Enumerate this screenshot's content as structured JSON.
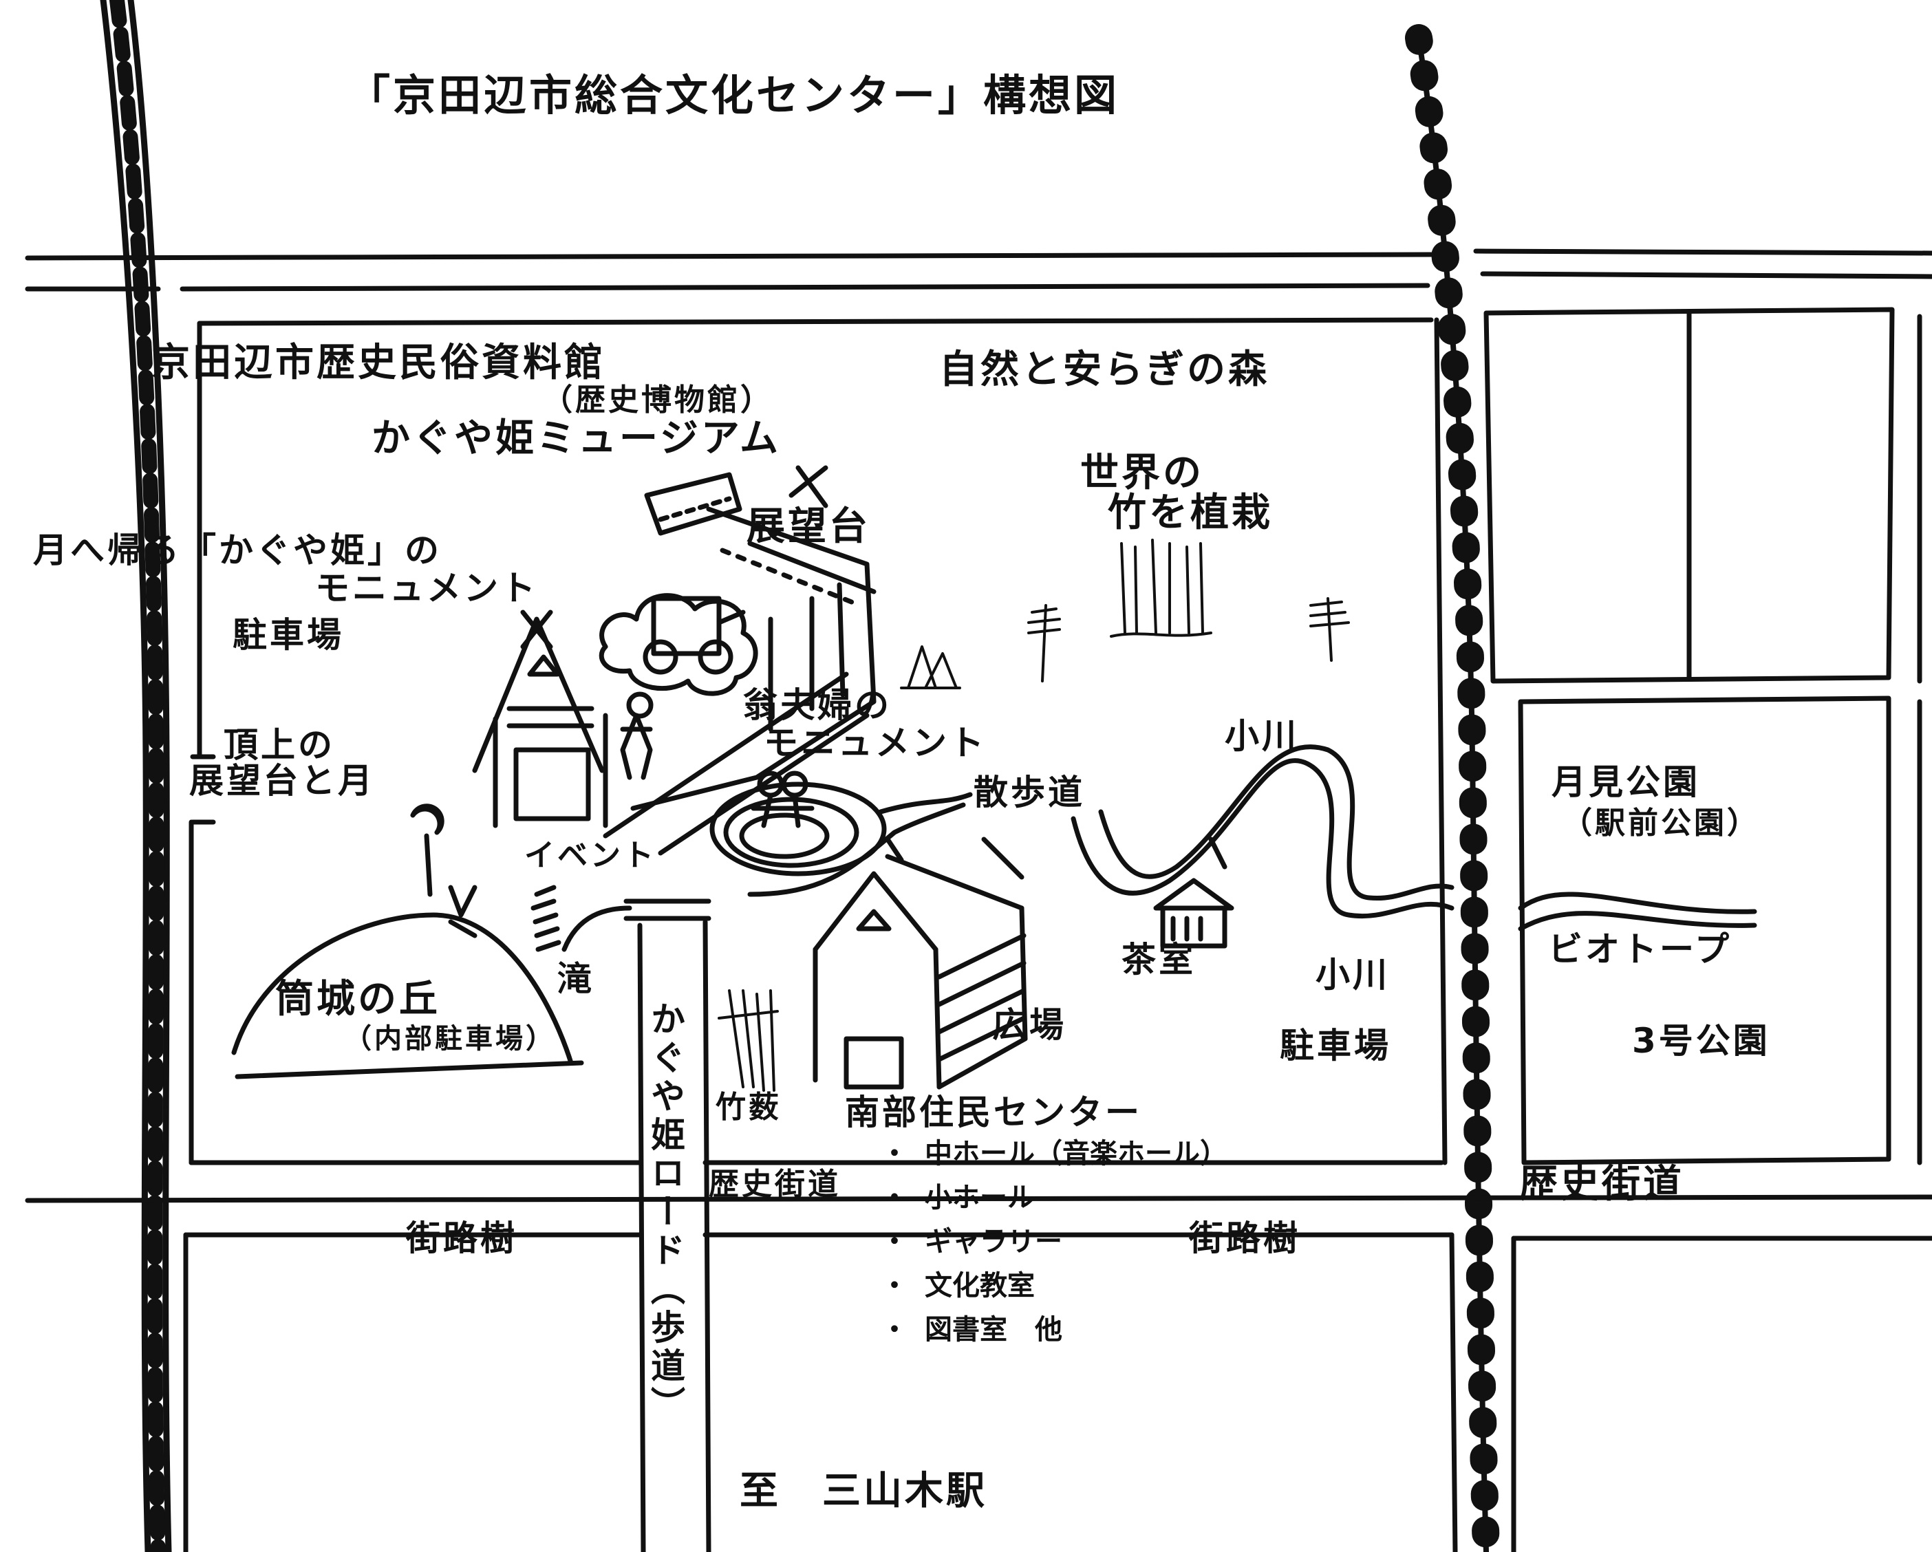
{
  "title": "「京田辺市総合文化センター」構想図",
  "labels": {
    "museum": "京田辺市歴史民俗資料館",
    "museum_alt": "（歴史博物館）",
    "kaguya_museum": "かぐや姫ミュージアム",
    "forest": "自然と安らぎの森",
    "bamboo_world_1": "世界の",
    "bamboo_world_2": "竹を植栽",
    "observatory": "展望台",
    "monument_kaguya_1": "月へ帰る「かぐや姫」の",
    "monument_kaguya_2": "モニュメント",
    "parking_nw": "駐車場",
    "summit_1": "頂上の",
    "summit_2": "展望台と月",
    "okina_1": "翁夫婦の",
    "okina_2": "モニュメント",
    "stream_1": "小川",
    "stream_2": "小川",
    "promenade": "散歩道",
    "event": "イベント",
    "waterfall": "滝",
    "teahouse": "茶室",
    "tsutsuki_hill": "筒城の丘",
    "tsutsuki_parking": "（内部駐車場）",
    "plaza": "広場",
    "parking_e": "駐車場",
    "bamboo_grove": "竹薮",
    "center": "南部住民センター",
    "history_road_1": "歴史街道",
    "history_road_2": "歴史街道",
    "trees_1": "街路樹",
    "trees_2": "街路樹",
    "kaguya_road": "かぐや姫ロード（歩道）",
    "to_station": "至　三山木駅",
    "tsukimi_park": "月見公園",
    "station_park": "（駅前公園）",
    "biotope": "ビオトープ",
    "park3": "3号公園"
  },
  "facilities": [
    "中ホール（音楽ホール）",
    "小ホール",
    "ギャラリー",
    "文化教室",
    "図書室　他"
  ]
}
